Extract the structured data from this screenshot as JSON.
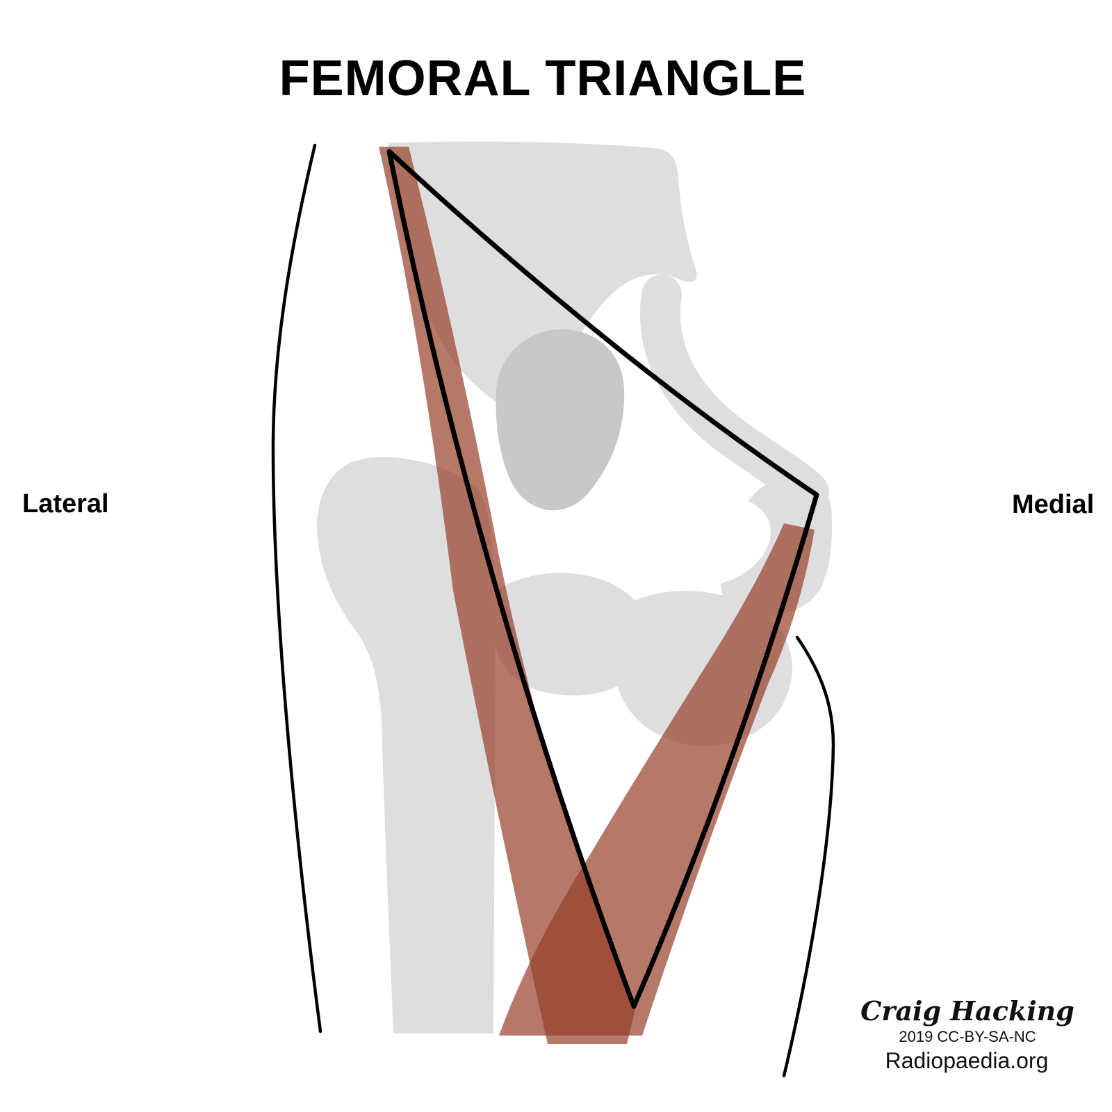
{
  "header": {
    "title": "FEMORAL TRIANGLE"
  },
  "labels": {
    "lateral": "Lateral",
    "medial": "Medial"
  },
  "credits": {
    "author": "Craig Hacking",
    "license": "2019 CC-BY-SA-NC",
    "site": "Radiopaedia.org"
  },
  "colors": {
    "background": "#ffffff",
    "bone_gray": "#dedede",
    "femoral_head_gray": "#c8c8c9",
    "muscle_red": "rgba(150,62,42,0.7)",
    "outline_black": "#000000"
  }
}
